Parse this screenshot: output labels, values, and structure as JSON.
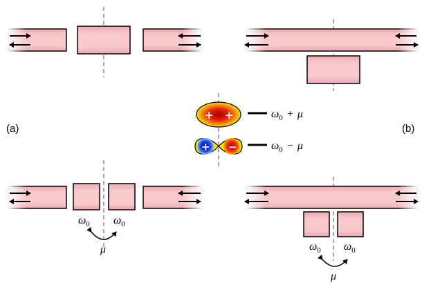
{
  "panel_labels": {
    "a": "(a)",
    "b": "(b)"
  },
  "modes": {
    "symmetric": {
      "omega": "ω",
      "sub": "0",
      "op": "+",
      "mu": "μ",
      "signs": [
        "+",
        "+"
      ]
    },
    "antisymmetric": {
      "omega": "ω",
      "sub": "0",
      "op": "−",
      "mu": "μ",
      "signs": [
        "+",
        "−"
      ]
    }
  },
  "resonators": {
    "omega": "ω",
    "sub": "0",
    "coupling": "μ"
  },
  "colors": {
    "waveguide_fill": "#f7c3c7",
    "dashed_axis": "#8c8c8c",
    "field_positive": "#cc1010",
    "field_negative": "#1a1acc",
    "field_outer": "#f2e000"
  }
}
